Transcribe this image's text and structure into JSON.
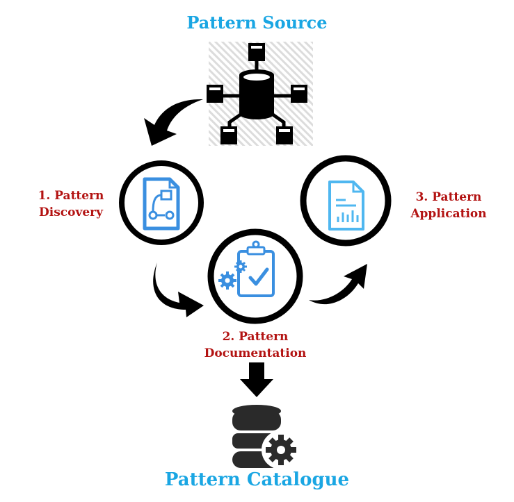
{
  "diagram": {
    "source_title": "Pattern Source",
    "catalogue_title": "Pattern Catalogue",
    "steps": [
      {
        "line1": "1. Pattern",
        "line2": "Discovery"
      },
      {
        "line1": "2. Pattern",
        "line2": "Documentation"
      },
      {
        "line1": "3. Pattern",
        "line2": "Application"
      }
    ],
    "colors": {
      "title": "#1aa6e3",
      "step_label": "#b31312",
      "icon_blue": "#3a8fe0",
      "icon_light_blue": "#4fb7f0",
      "ink": "#000000"
    },
    "icons": {
      "source": "network-database-icon",
      "discovery": "flowchart-document-icon",
      "documentation": "clipboard-gears-icon",
      "application": "report-chart-document-icon",
      "catalogue": "database-gear-icon"
    }
  }
}
